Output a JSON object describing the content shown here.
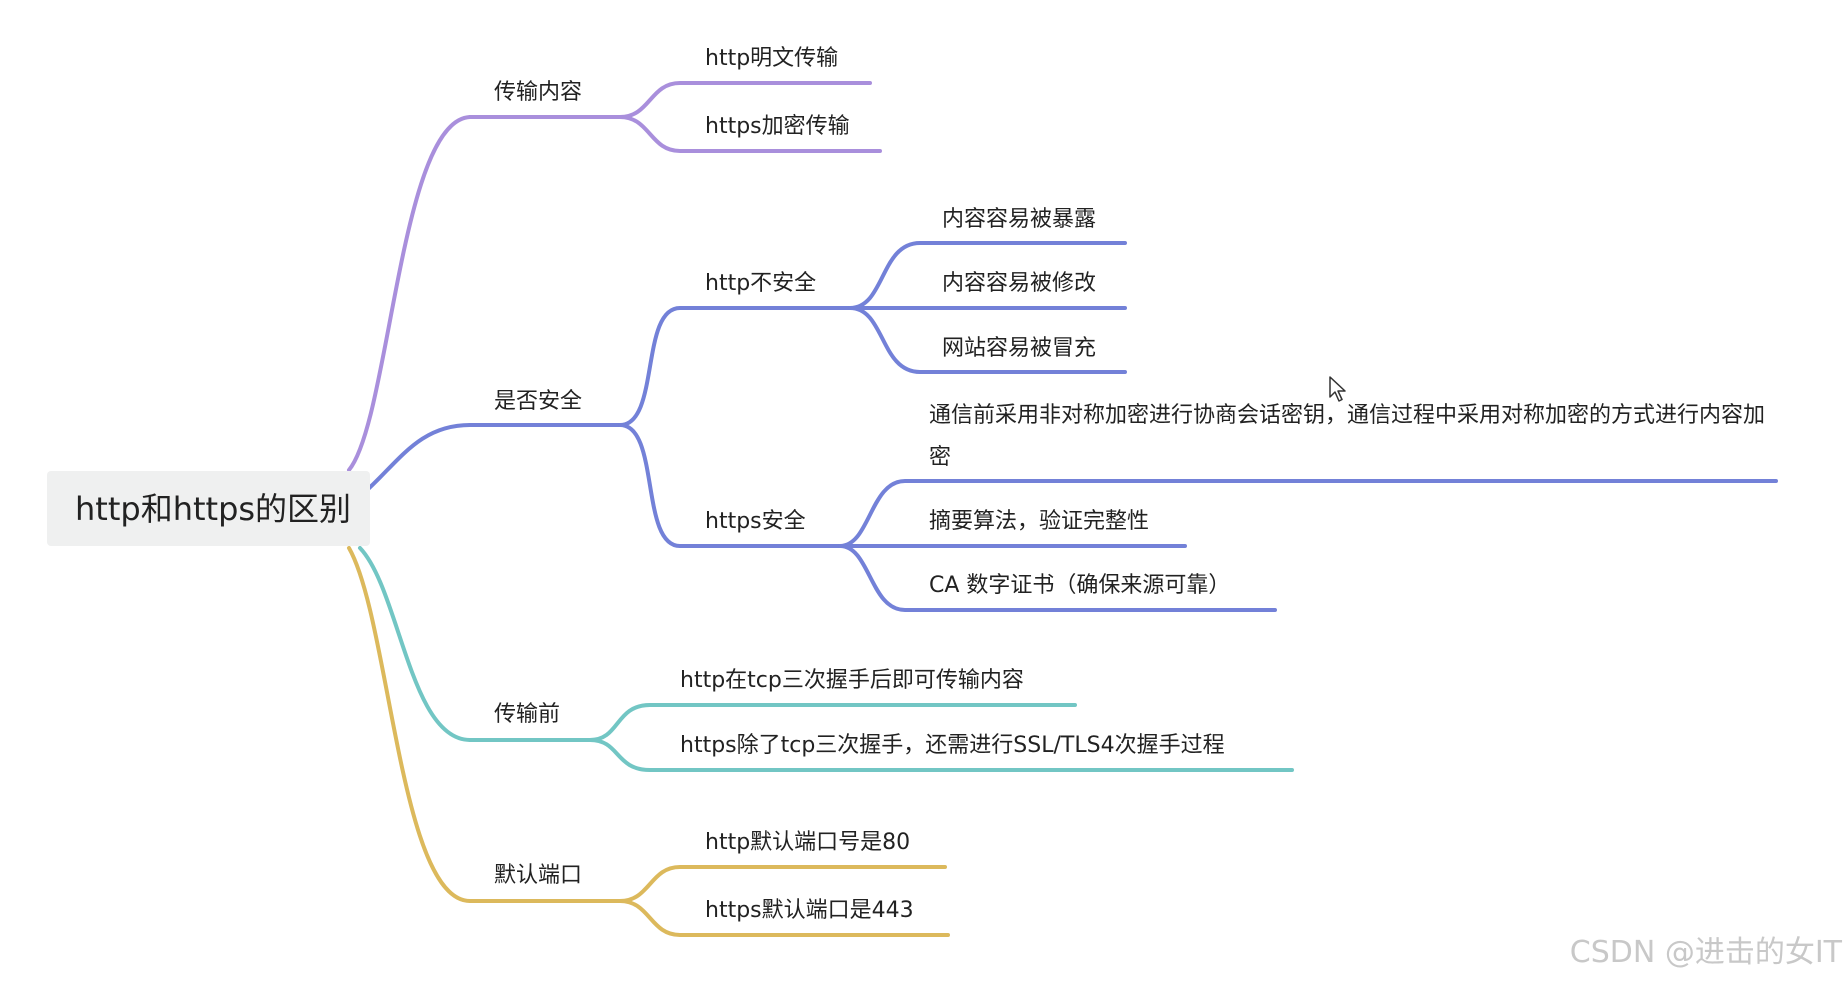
{
  "root": {
    "label": "http和https的区别"
  },
  "branches": [
    {
      "label": "传输内容",
      "color": "#a98fdc",
      "children": [
        {
          "label": "http明文传输"
        },
        {
          "label": "https加密传输"
        }
      ]
    },
    {
      "label": "是否安全",
      "color": "#7381d8",
      "children": [
        {
          "label": "http不安全",
          "children": [
            {
              "label": "内容容易被暴露"
            },
            {
              "label": "内容容易被修改"
            },
            {
              "label": "网站容易被冒充"
            }
          ]
        },
        {
          "label": "https安全",
          "children": [
            {
              "label": "通信前采用非对称加密进行协商会话密钥，通信过程中采用对称加密的方式进行内容加密"
            },
            {
              "label": "摘要算法，验证完整性"
            },
            {
              "label": "CA 数字证书（确保来源可靠）"
            }
          ]
        }
      ]
    },
    {
      "label": "传输前",
      "color": "#72c6c4",
      "children": [
        {
          "label": "http在tcp三次握手后即可传输内容"
        },
        {
          "label": "https除了tcp三次握手，还需进行SSL/TLS4次握手过程"
        }
      ]
    },
    {
      "label": "默认端口",
      "color": "#dcb95c",
      "children": [
        {
          "label": "http默认端口号是80"
        },
        {
          "label": "https默认端口是443"
        }
      ]
    }
  ],
  "watermark": "CSDN @进击的女IT",
  "cursor_icon": "mouse-pointer-icon"
}
